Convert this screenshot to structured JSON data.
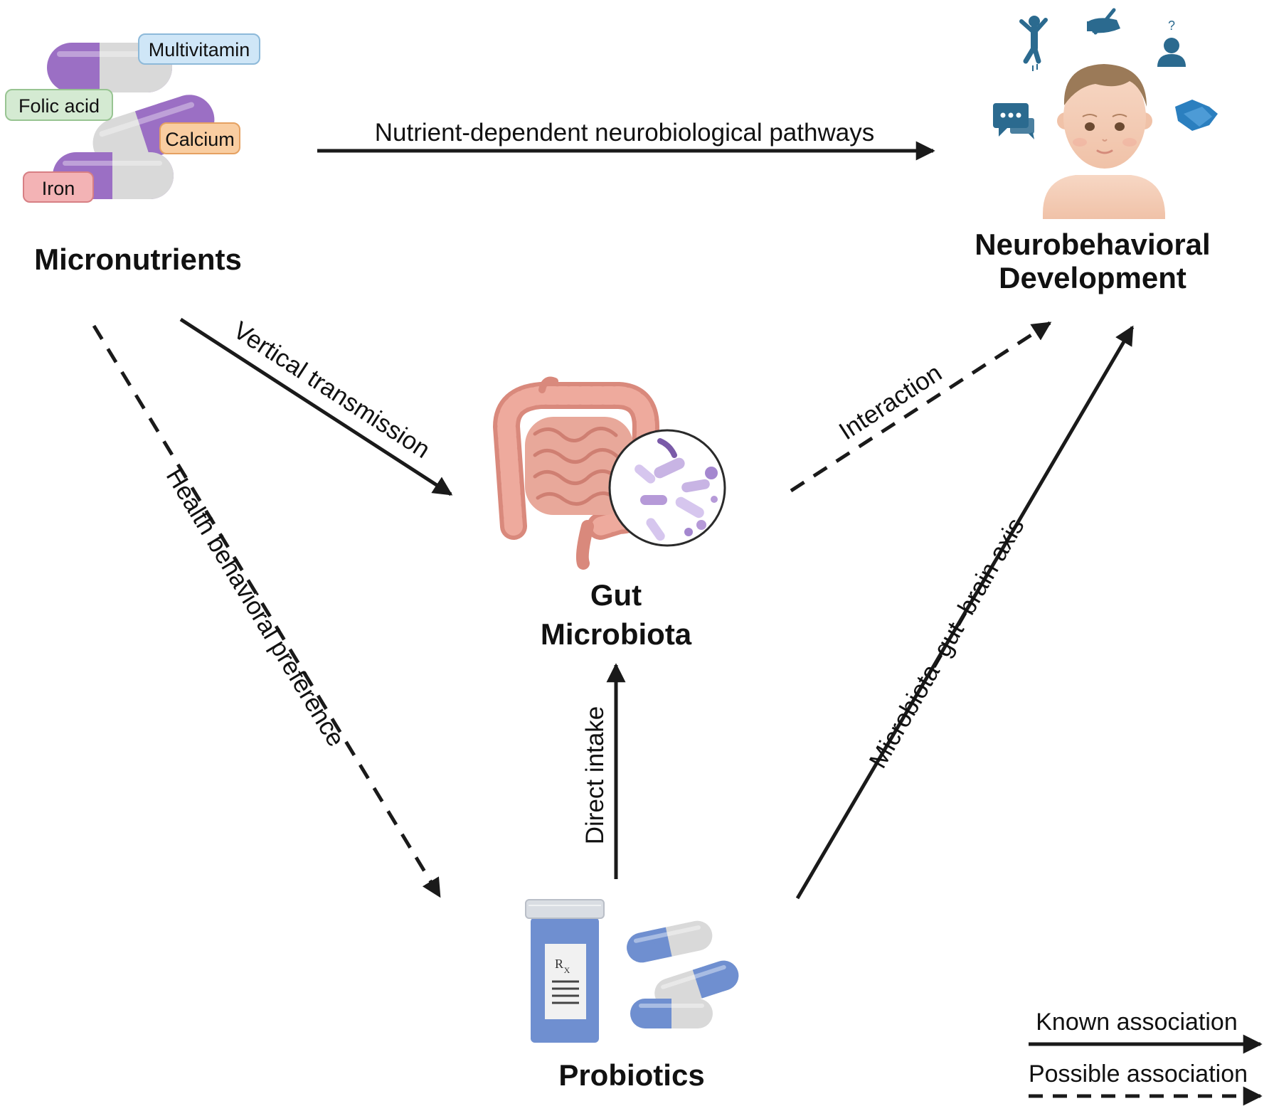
{
  "nodes": {
    "micronutrients": {
      "title": "Micronutrients",
      "supplements": [
        "Multivitamin",
        "Folic acid",
        "Calcium",
        "Iron"
      ]
    },
    "neurobehavioral": {
      "title_line1": "Neurobehavioral",
      "title_line2": "Development",
      "icons": [
        "jumping-person-icon",
        "writing-hand-icon",
        "person-question-icon",
        "speech-bubbles-icon",
        "handshake-icon",
        "baby-icon"
      ]
    },
    "gut": {
      "title_line1": "Gut",
      "title_line2": "Microbiota",
      "icons": [
        "intestine-icon",
        "bacteria-magnifier-icon"
      ]
    },
    "probiotics": {
      "title": "Probiotics",
      "icons": [
        "prescription-bottle-icon",
        "capsule-icon"
      ],
      "rx_symbol": "R",
      "rx_sub": "X"
    }
  },
  "edges": {
    "nutrient_pathways": "Nutrient-dependent neurobiological pathways",
    "vertical_transmission": "Vertical transmission",
    "health_behavioral": "Health behavioral preference",
    "interaction": "Interaction",
    "direct_intake": "Direct intake",
    "microbiota_axis": "Microbiota–gut–brain axis"
  },
  "legend": {
    "known": "Known association",
    "possible": "Possible association"
  },
  "colors": {
    "arrow": "#1a1a1a",
    "capsule_purple": "#9b6fc4",
    "capsule_grey": "#d9d9d9",
    "probiotic_blue": "#6f8fd0",
    "pill_multivitamin": "#cfe6f7",
    "pill_folic": "#d4ead2",
    "pill_calcium": "#f9cda1",
    "pill_iron": "#f3b3b5",
    "icon_blue": "#2b6a8f",
    "intestine": "#e4a093"
  }
}
